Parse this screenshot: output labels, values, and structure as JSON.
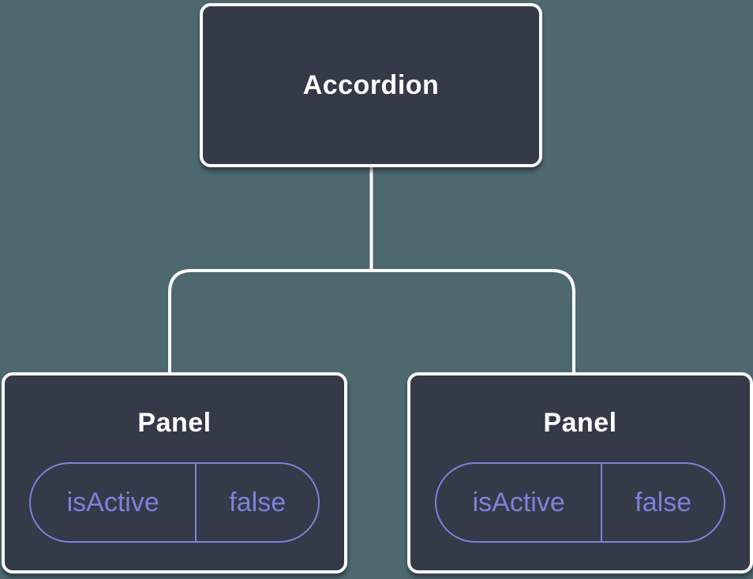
{
  "diagram": {
    "type": "component-tree",
    "colors": {
      "background": "#4d686e",
      "node_fill": "#343a47",
      "node_border": "#ffffff",
      "connector": "#ffffff",
      "accent": "#7c82dc"
    },
    "root": {
      "label": "Accordion"
    },
    "children": [
      {
        "label": "Panel",
        "state": {
          "name": "isActive",
          "value": "false"
        }
      },
      {
        "label": "Panel",
        "state": {
          "name": "isActive",
          "value": "false"
        }
      }
    ]
  }
}
